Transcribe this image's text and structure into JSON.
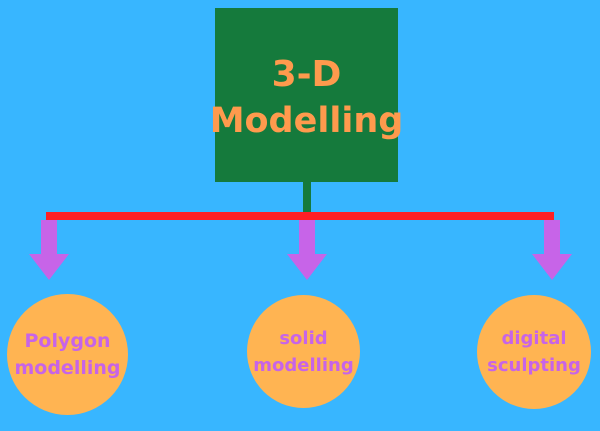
{
  "diagram": {
    "root": {
      "line1": "3-D",
      "line2": "Modelling"
    },
    "children": [
      {
        "line1": "Polygon",
        "line2": "modelling"
      },
      {
        "line1": "solid",
        "line2": "modelling"
      },
      {
        "line1": "digital",
        "line2": "sculpting"
      }
    ]
  },
  "colors": {
    "background": "#38b6ff",
    "root_fill": "#157a3c",
    "root_text": "#ff9a4d",
    "branch_line": "#ff1f25",
    "arrow": "#c764e8",
    "node_fill": "#ffb452",
    "node_text": "#c764e8"
  }
}
